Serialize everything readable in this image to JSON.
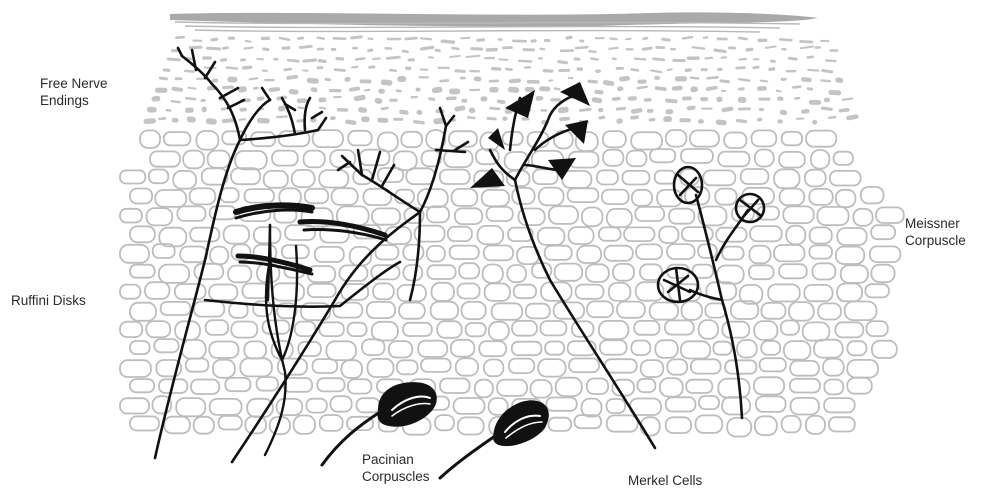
{
  "labels": {
    "free_nerve_endings": [
      "Free Nerve",
      "Endings"
    ],
    "ruffini_disks": [
      "Ruffini Disks"
    ],
    "pacinian_corpuscles": [
      "Pacinian",
      "Corpuscles"
    ],
    "merkel_cells": [
      "Merkel Cells"
    ],
    "meissner_corpuscle": [
      "Meissner",
      "Corpuscle"
    ]
  },
  "colors": {
    "cell_outline": "#bdbdbd",
    "epidermis_dash": "#c4c4c4",
    "nerve": "#111111",
    "label_text": "#2a2a2a",
    "background": "#ffffff"
  }
}
